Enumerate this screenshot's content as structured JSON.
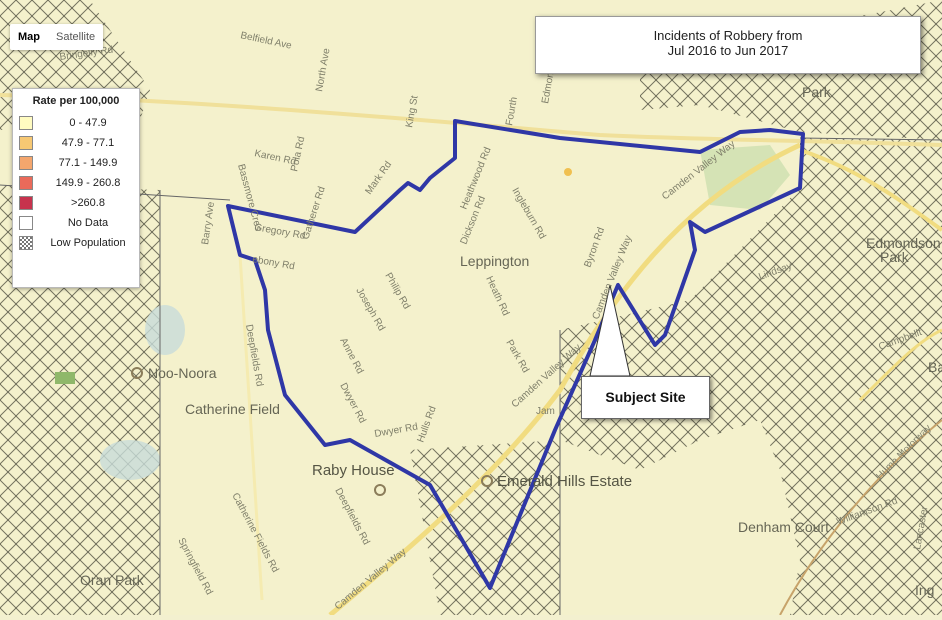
{
  "map_controls": {
    "map_label": "Map",
    "satellite_label": "Satellite",
    "active": "Map"
  },
  "title": {
    "line1": "Incidents of Robbery from",
    "line2": "Jul 2016 to Jun 2017"
  },
  "legend": {
    "title": "Rate per 100,000",
    "items": [
      {
        "label": "0 - 47.9",
        "color": "#fffbc0"
      },
      {
        "label": "47.9 - 77.1",
        "color": "#f7c873"
      },
      {
        "label": "77.1 - 149.9",
        "color": "#f4a66d"
      },
      {
        "label": "149.9 - 260.8",
        "color": "#ea6a5a"
      },
      {
        "label": ">260.8",
        "color": "#c7334d"
      },
      {
        "label": "No Data",
        "color": "#ffffff"
      },
      {
        "label": "Low Population",
        "color": "pattern"
      }
    ]
  },
  "callout": {
    "label": "Subject Site"
  },
  "places": {
    "leppington": "Leppington",
    "noo_noora": "Noo-Noora",
    "catherine_field": "Catherine Field",
    "raby_house": "Raby House",
    "emerald_hills": "Emerald Hills Estate",
    "denham_court": "Denham Court",
    "oran_park": "Oran Park",
    "edmondson_park_1": "Edmondson",
    "edmondson_park_2": "Park",
    "park": "Park",
    "ba": "Ba",
    "ing": "Ing"
  },
  "roads": {
    "belfield": "Belfield Ave",
    "north": "North Ave",
    "king": "King St",
    "fourth": "Fourth",
    "edmondson": "Edmondson",
    "karen": "Karen Rd",
    "pola": "Pola Rd",
    "bassmore": "Bassmore Cres",
    "mark": "Mark Rd",
    "barry": "Barry Ave",
    "gregory": "Gregory Rd",
    "ebony": "ebony Rd",
    "gurner": "Gatherer Rd",
    "philip": "Philip Rd",
    "joseph": "Joseph Rd",
    "anne": "Anne Rd",
    "deepfields_1": "Deepfields Rd",
    "deepfields_2": "Deepfields Rd",
    "dickson": "Dickson Rd",
    "heath": "Heath Rd",
    "byron": "Byron Rd",
    "park_rd": "Park Rd",
    "ingleburn": "Ingleburn Rd",
    "dwyer_1": "Dwyer Rd",
    "dwyer_2": "Dwyer Rd",
    "hulls": "Hulls Rd",
    "camden_1": "Camden Valley Way",
    "camden_2": "Camden Valley Way",
    "camden_3": "Camden Valley Way",
    "camden_4": "Camden Valley Way",
    "catherine_fields": "Catherine Fields Rd",
    "springfield": "Springfield Rd",
    "williamson": "Williamson Rd",
    "lindsay": "Lindsay",
    "campbellt": "Campbellt",
    "heathwood": "Heathwood Rd",
    "lancaster": "Lancaster",
    "hume": "Hume Motorway",
    "jam": "Jam",
    "bringelly": "Bringelly Rd"
  }
}
